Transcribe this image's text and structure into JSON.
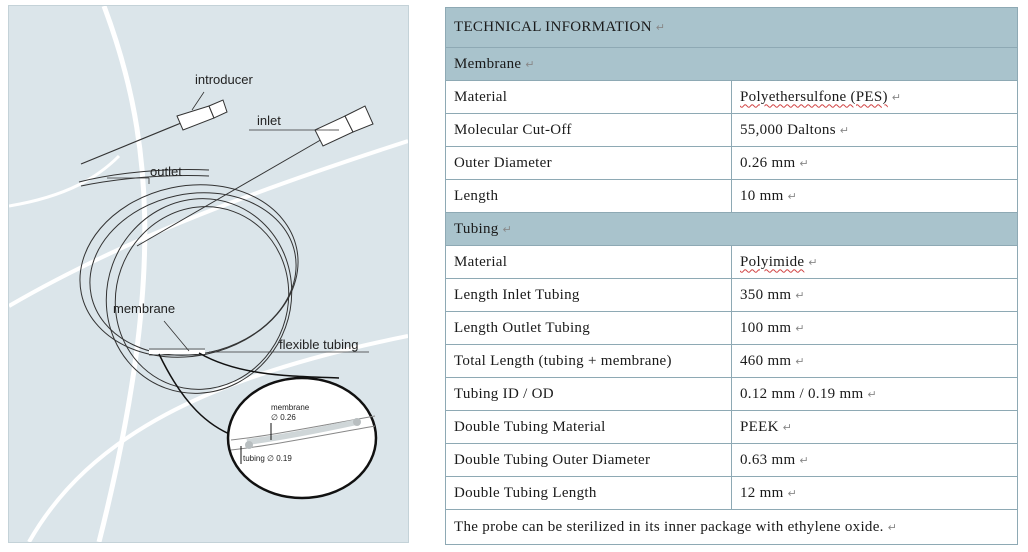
{
  "illustration": {
    "labels": {
      "introducer": "introducer",
      "inlet": "inlet",
      "outlet": "outlet",
      "membrane": "membrane",
      "flexible_tubing": "flexible tubing"
    },
    "detail": {
      "membrane_label": "membrane",
      "membrane_diameter": "∅ 0.26",
      "tubing_label": "tubing ∅ 0.19"
    }
  },
  "table": {
    "title": "TECHNICAL INFORMATION",
    "sections": [
      {
        "heading": "Membrane",
        "rows": [
          {
            "label": "Material",
            "value": "Polyethersulfone (PES)"
          },
          {
            "label": "Molecular Cut-Off",
            "value": "55,000 Daltons"
          },
          {
            "label": "Outer Diameter",
            "value": "0.26 mm"
          },
          {
            "label": "Length",
            "value": "10 mm"
          }
        ]
      },
      {
        "heading": "Tubing",
        "rows": [
          {
            "label": "Material",
            "value": "Polyimide"
          },
          {
            "label": "Length Inlet Tubing",
            "value": "350 mm"
          },
          {
            "label": "Length Outlet Tubing",
            "value": "100 mm"
          },
          {
            "label": "Total Length (tubing + membrane)",
            "value": "460 mm"
          },
          {
            "label": "Tubing ID / OD",
            "value": "0.12 mm / 0.19 mm"
          },
          {
            "label": "Double Tubing Material",
            "value": "PEEK"
          },
          {
            "label": "Double Tubing Outer Diameter",
            "value": "0.63 mm"
          },
          {
            "label": "Double Tubing Length",
            "value": "12 mm"
          }
        ]
      }
    ],
    "note": "The probe can be sterilized in its inner package with ethylene oxide."
  },
  "colors": {
    "header_background": "#a9c3cc",
    "illustration_background": "#dbe5ea",
    "border": "#8ea9b4"
  }
}
